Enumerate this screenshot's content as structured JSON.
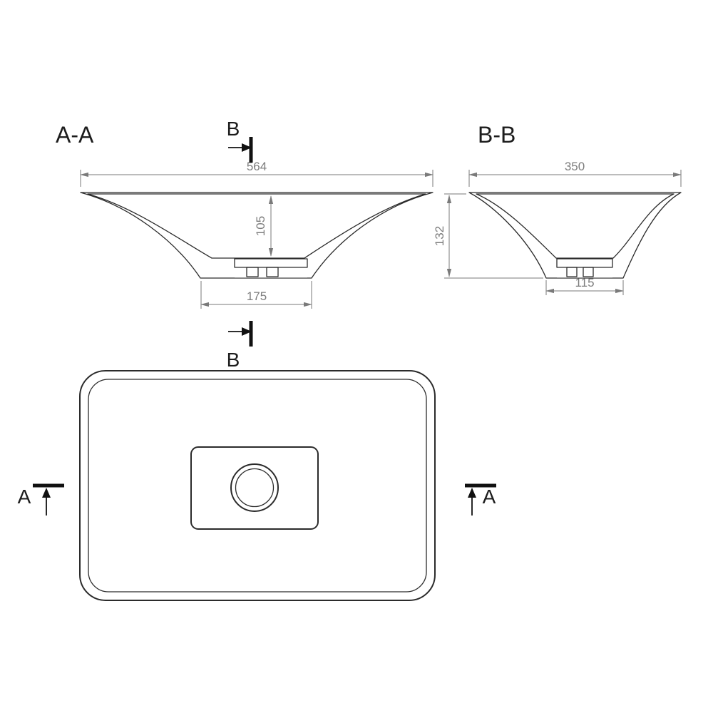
{
  "sections": {
    "aa": {
      "label": "A-A",
      "dim_width": "564",
      "dim_depth": "105",
      "dim_bottom": "175"
    },
    "bb": {
      "label": "B-B",
      "dim_width": "350",
      "dim_height": "132",
      "dim_bottom": "115"
    }
  },
  "markers": {
    "b_top": "B",
    "b_bottom": "B",
    "a_left": "A",
    "a_right": "A"
  }
}
